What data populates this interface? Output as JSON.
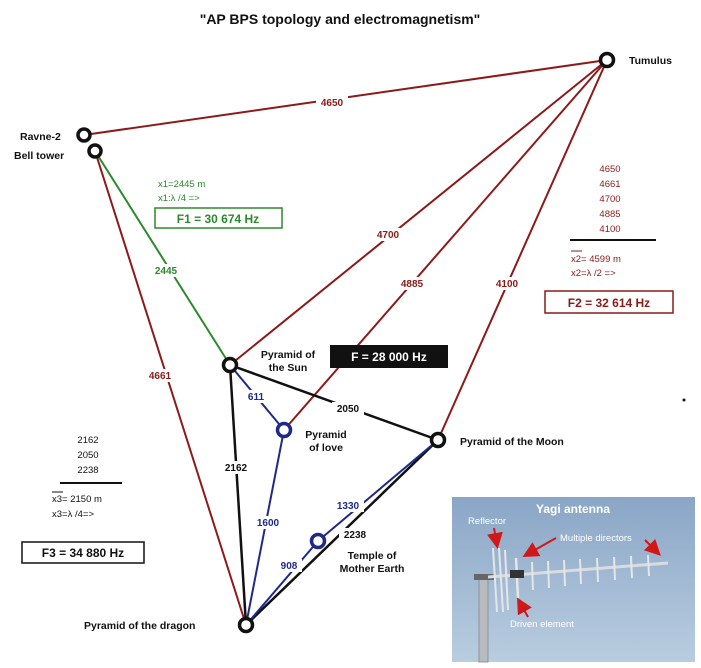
{
  "title": "\"AP BPS topology and electromagnetism\"",
  "colors": {
    "red": "#8b1a1a",
    "green": "#2b8a2b",
    "blue": "#1f2a88",
    "black": "#111111"
  },
  "nodes": {
    "ravne2": "Ravne-2",
    "bell_tower": "Bell tower",
    "tumulus": "Tumulus",
    "sun_1": "Pyramid of",
    "sun_2": "the Sun",
    "love_1": "Pyramid",
    "love_2": "of love",
    "moon": "Pyramid of the Moon",
    "earth_1": "Temple of",
    "earth_2": "Mother Earth",
    "dragon": "Pyramid of the dragon"
  },
  "edges": {
    "ravne_tumulus": "4650",
    "sun_tumulus": "4700",
    "love_tumulus": "4885",
    "moon_tumulus": "4100",
    "bell_sun": "2445",
    "bell_dragon": "4661",
    "sun_love": "611",
    "sun_moon": "2050",
    "sun_dragon": "2162",
    "love_dragon": "1600",
    "moon_earth": "1330",
    "moon_dragon": "2238",
    "earth_dragon": "908"
  },
  "f1": {
    "line1": "x1=2445 m",
    "line2": "x1:λ /4 =>",
    "box": "F1 = 30 674 Hz"
  },
  "f2": {
    "values": [
      "4650",
      "4661",
      "4700",
      "4885",
      "4100"
    ],
    "mean": "x2= 4599 m",
    "formula": "x2=λ /2 =>",
    "box": "F2 = 32 614 Hz"
  },
  "f3": {
    "values": [
      "2162",
      "2050",
      "2238"
    ],
    "mean": "x3= 2150 m",
    "formula": "x3=λ /4=>",
    "box": "F3 = 34 880 Hz"
  },
  "f_main": "F = 28 000 Hz",
  "yagi": {
    "title": "Yagi antenna",
    "reflector": "Reflector",
    "directors": "Multiple directors",
    "driven": "Driven element"
  }
}
